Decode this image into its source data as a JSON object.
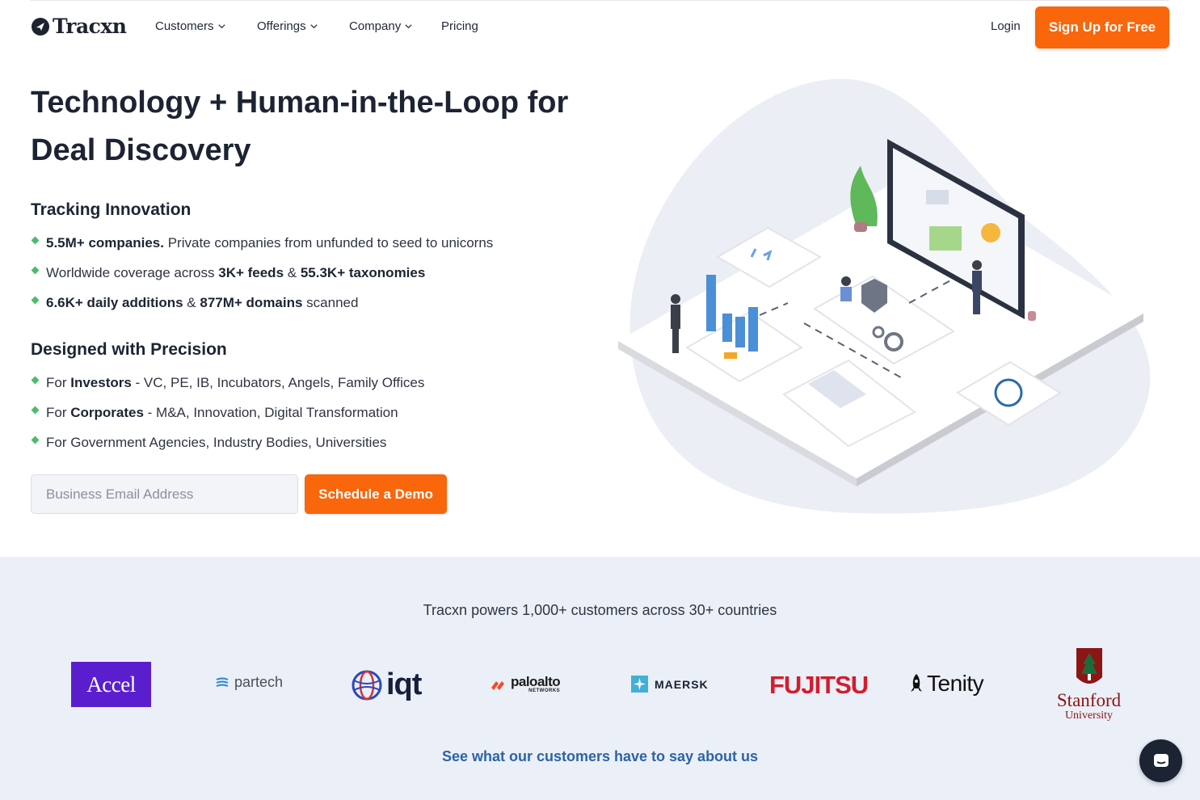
{
  "brand": {
    "name": "Tracxn",
    "accent": "#f9660c",
    "dark": "#1c2433",
    "bullet_color": "#4dbb6c"
  },
  "nav": {
    "menu": [
      {
        "label": "Customers",
        "has_dropdown": true
      },
      {
        "label": "Offerings",
        "has_dropdown": true
      },
      {
        "label": "Company",
        "has_dropdown": true
      },
      {
        "label": "Pricing",
        "has_dropdown": false
      }
    ],
    "login": "Login",
    "signup": "Sign Up for Free"
  },
  "hero": {
    "title_line1": "Technology + Human-in-the-Loop for",
    "title_line2": "Deal Discovery",
    "tracking": {
      "heading": "Tracking Innovation",
      "b1": {
        "bold": "5.5M+ companies.",
        "text": " Private companies from unfunded to seed to unicorns"
      },
      "b2": {
        "t1": "Worldwide coverage across ",
        "bold1": "3K+ feeds",
        "t2": " & ",
        "bold2": "55.3K+ taxonomies"
      },
      "b3": {
        "bold1": "6.6K+ daily additions",
        "t1": " & ",
        "bold2": "877M+ domains",
        "t2": " scanned"
      }
    },
    "precision": {
      "heading": "Designed with Precision",
      "b1": {
        "t1": "For ",
        "bold": "Investors",
        "t2": " - VC, PE, IB, Incubators, Angels, Family Offices"
      },
      "b2": {
        "t1": "For ",
        "bold": "Corporates",
        "t2": " - M&A, Innovation, Digital Transformation"
      },
      "b3": {
        "text": "For Government Agencies, Industry Bodies, Universities"
      }
    },
    "email_placeholder": "Business Email Address",
    "demo_button": "Schedule a Demo"
  },
  "customers": {
    "title": "Tracxn powers 1,000+ customers across 30+ countries",
    "logos": {
      "accel": "Accel",
      "partech": "partech",
      "iqt": "iqt",
      "paloalto": "paloalto",
      "paloalto_sub": "NETWORKS",
      "maersk": "MAERSK",
      "fujitsu": "FUJITSU",
      "tenity": "Tenity",
      "stanford": "Stanford",
      "stanford_sub": "University"
    },
    "testimonial_link": "See what our customers have to say about us"
  }
}
